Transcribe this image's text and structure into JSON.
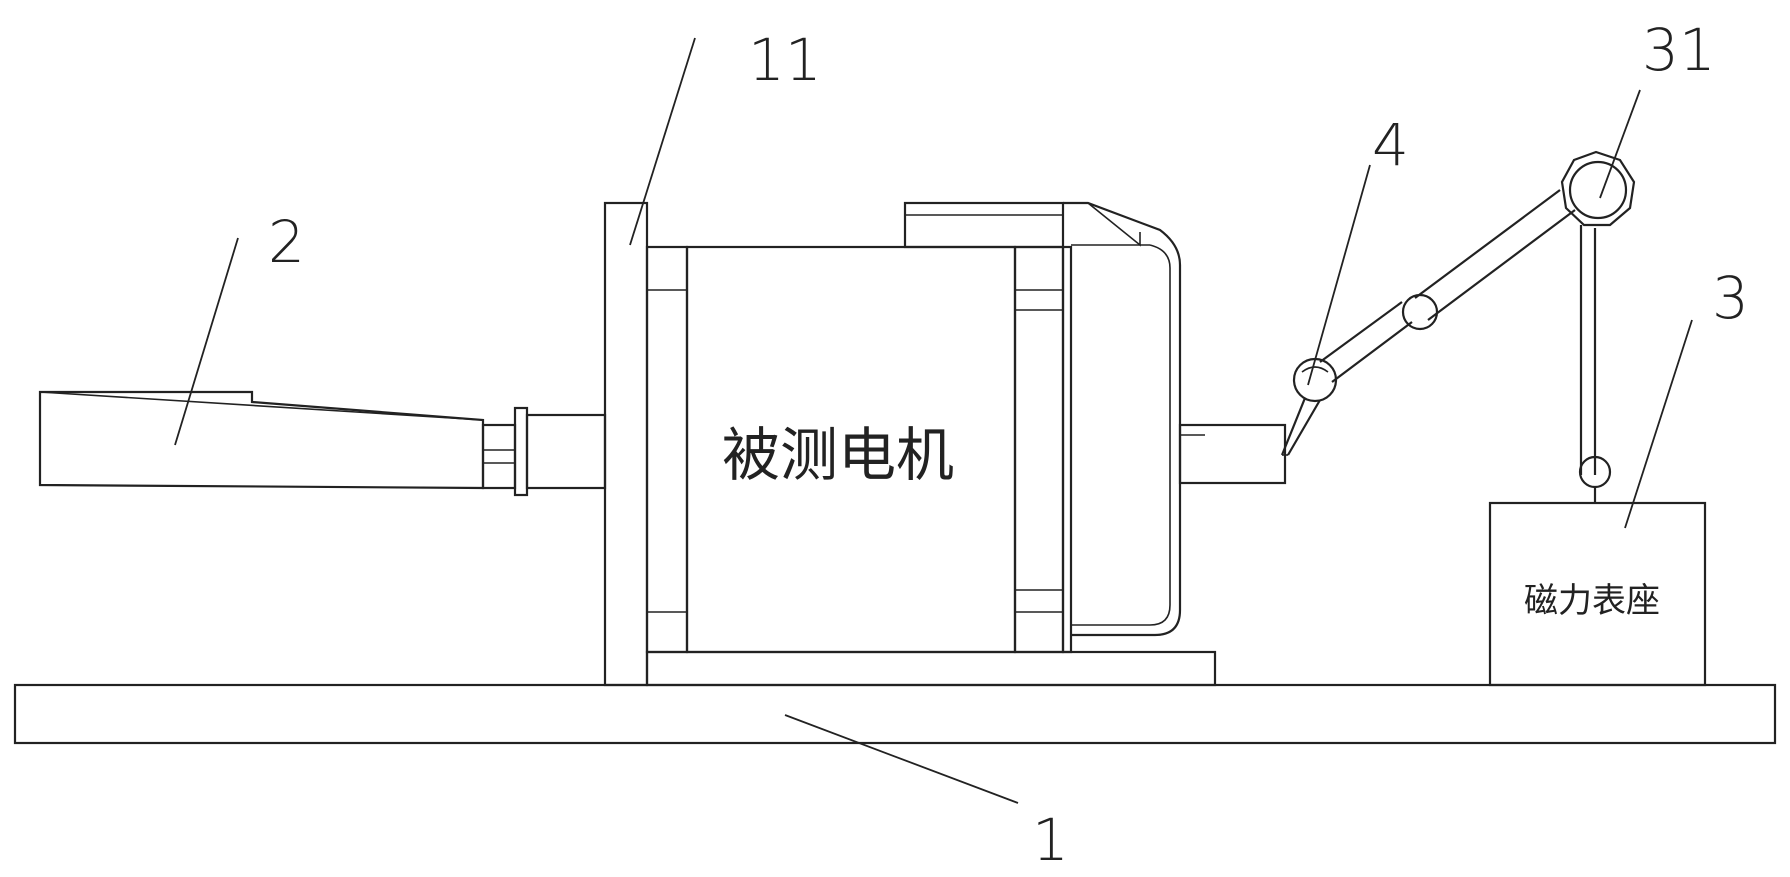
{
  "callouts": {
    "base": "1",
    "coupling": "2",
    "magnetic_base": "3",
    "stand_joint": "31",
    "dial_indicator": "4",
    "mount_plate": "11"
  },
  "labels": {
    "motor": "被测电机",
    "magnetic_base": "磁力表座"
  }
}
